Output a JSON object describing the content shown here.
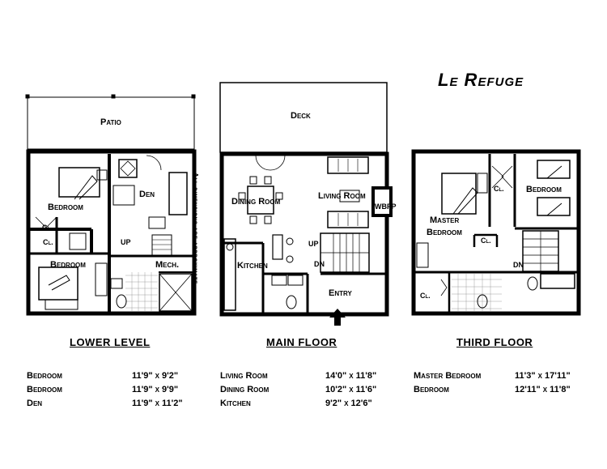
{
  "title": "Le Refuge",
  "levels": {
    "lower": {
      "heading": "LOWER LEVEL",
      "rooms": {
        "patio": "Patio",
        "bedroom_upper": "Bedroom",
        "den": "Den",
        "closet_a": "Cl.",
        "closet_b": "Cl.",
        "bedroom_lower": "Bedroom",
        "up": "UP",
        "mech": "Mech."
      },
      "note": "All dimensions are approximate",
      "dimensions": [
        {
          "room": "Bedroom",
          "size": "11'9\" x 9'2\""
        },
        {
          "room": "Bedroom",
          "size": "11'9\" x 9'9\""
        },
        {
          "room": "Den",
          "size": "11'9\" x 11'2\""
        }
      ]
    },
    "main": {
      "heading": "MAIN FLOOR",
      "rooms": {
        "deck": "Deck",
        "dining": "Dining Room",
        "living": "Living Room",
        "wbfp": "WBFP",
        "kitchen": "Kitchen",
        "up": "UP",
        "dn": "DN",
        "entry": "Entry"
      },
      "dimensions": [
        {
          "room": "Living Room",
          "size": "14'0\" x 11'8\""
        },
        {
          "room": "Dining Room",
          "size": "10'2\" x 11'6\""
        },
        {
          "room": "Kitchen",
          "size": "9'2\" x 12'6\""
        }
      ]
    },
    "third": {
      "heading": "THIRD FLOOR",
      "rooms": {
        "closet_a": "Cl.",
        "bedroom": "Bedroom",
        "master1": "Master",
        "master2": "Bedroom",
        "closet_b": "Cl.",
        "dn": "DN",
        "closet_c": "Cl."
      },
      "dimensions": [
        {
          "room": "Master Bedroom",
          "size": "11'3\" x 17'11\""
        },
        {
          "room": "Bedroom",
          "size": "12'11\" x 11'8\""
        }
      ]
    }
  }
}
